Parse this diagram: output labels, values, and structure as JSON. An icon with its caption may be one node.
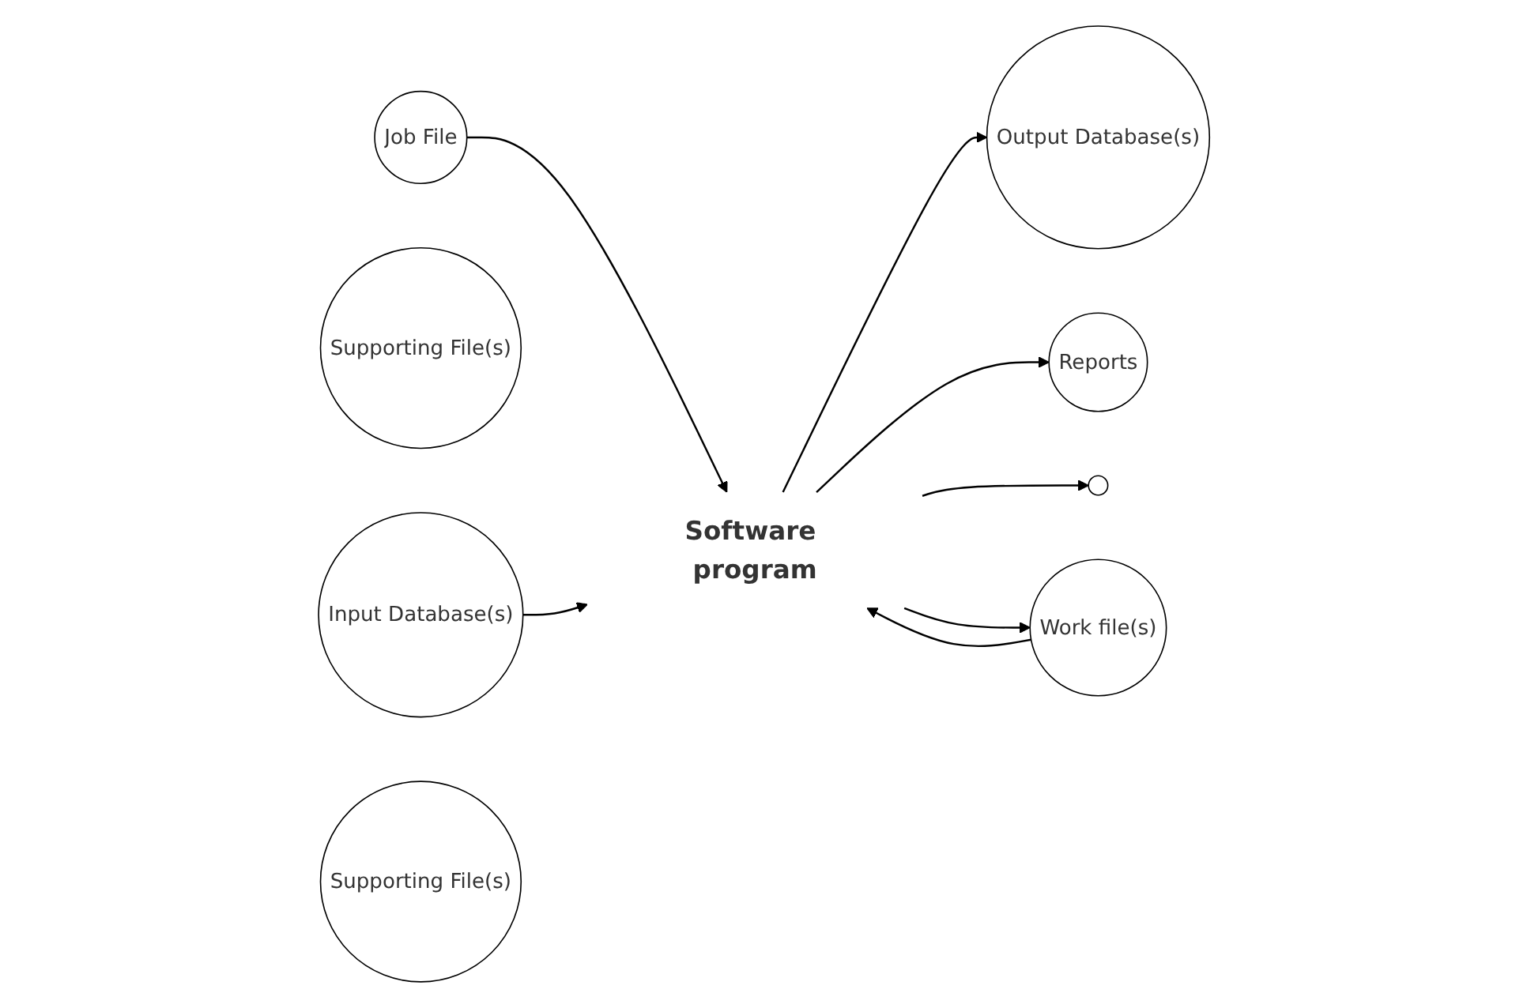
{
  "diagram": {
    "nodes": [
      {
        "text": [
          "Job File"
        ]
      },
      {
        "text": [
          "Output Database(s)"
        ]
      },
      {
        "text": [
          "Supporting File(s)"
        ]
      },
      {
        "text": [
          "Software program"
        ]
      },
      {
        "text": [
          "Reports"
        ]
      },
      {
        "text": [
          "Input Database(s)"
        ]
      },
      {
        "text": [
          "Supporting File(s)"
        ]
      },
      {
        "text": [],
        "shape": "circle"
      },
      {
        "text": [
          "Work file(s)"
        ]
      }
    ],
    "edges": [
      {
        "from": 0,
        "to": 3,
        "arrow": "to"
      },
      {
        "from": 5,
        "to": 3,
        "arrow": "to"
      },
      {
        "from": 3,
        "to": 1,
        "arrow": "to"
      },
      {
        "from": 3,
        "to": 4,
        "arrow": "to"
      },
      {
        "from": 3,
        "to": 7,
        "arrow": "to"
      },
      {
        "from": 3,
        "to": 8,
        "arrow": "to"
      },
      {
        "from": 8,
        "to": 3,
        "arrow": "to"
      }
    ]
  }
}
